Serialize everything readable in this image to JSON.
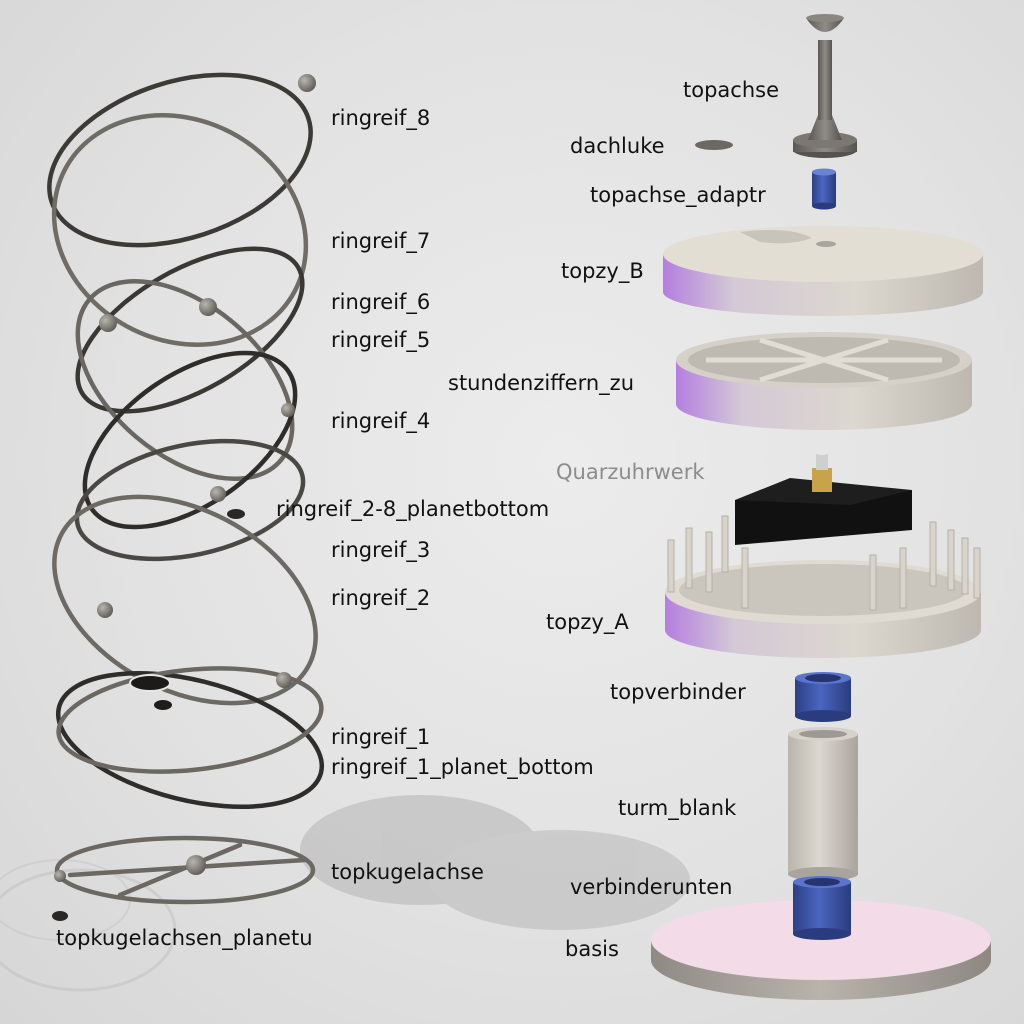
{
  "labels": {
    "ringreif_8": "ringreif_8",
    "ringreif_7": "ringreif_7",
    "ringreif_6": "ringreif_6",
    "ringreif_5": "ringreif_5",
    "ringreif_4": "ringreif_4",
    "ringreif_2_8_planetbottom": "ringreif_2-8_planetbottom",
    "ringreif_3": "ringreif_3",
    "ringreif_2": "ringreif_2",
    "ringreif_1": "ringreif_1",
    "ringreif_1_planet_bottom": "ringreif_1_planet_bottom",
    "topkugelachse": "topkugelachse",
    "topkugelachsen_planetu": "topkugelachsen_planetu",
    "topachse": "topachse",
    "dachluke": "dachluke",
    "topachse_adaptr": "topachse_adaptr",
    "topzy_B": "topzy_B",
    "stundenziffern_zu": "stundenziffern_zu",
    "quarzuhrwerk": "Quarzuhrwerk",
    "topzy_A": "topzy_A",
    "topverbinder": "topverbinder",
    "turm_blank": "turm_blank",
    "verbinderunten": "verbinderunten",
    "basis": "basis"
  },
  "colors": {
    "ring": "#6b6863",
    "ring_dark": "#2e2c2a",
    "part_light": "#d8d4cc",
    "part_top": "#e2ddd4",
    "accent_purple": "#b07ad6",
    "connector_blue": "#3c56a8",
    "movement_black": "#151515",
    "base_pink": "#f3dbe8"
  }
}
